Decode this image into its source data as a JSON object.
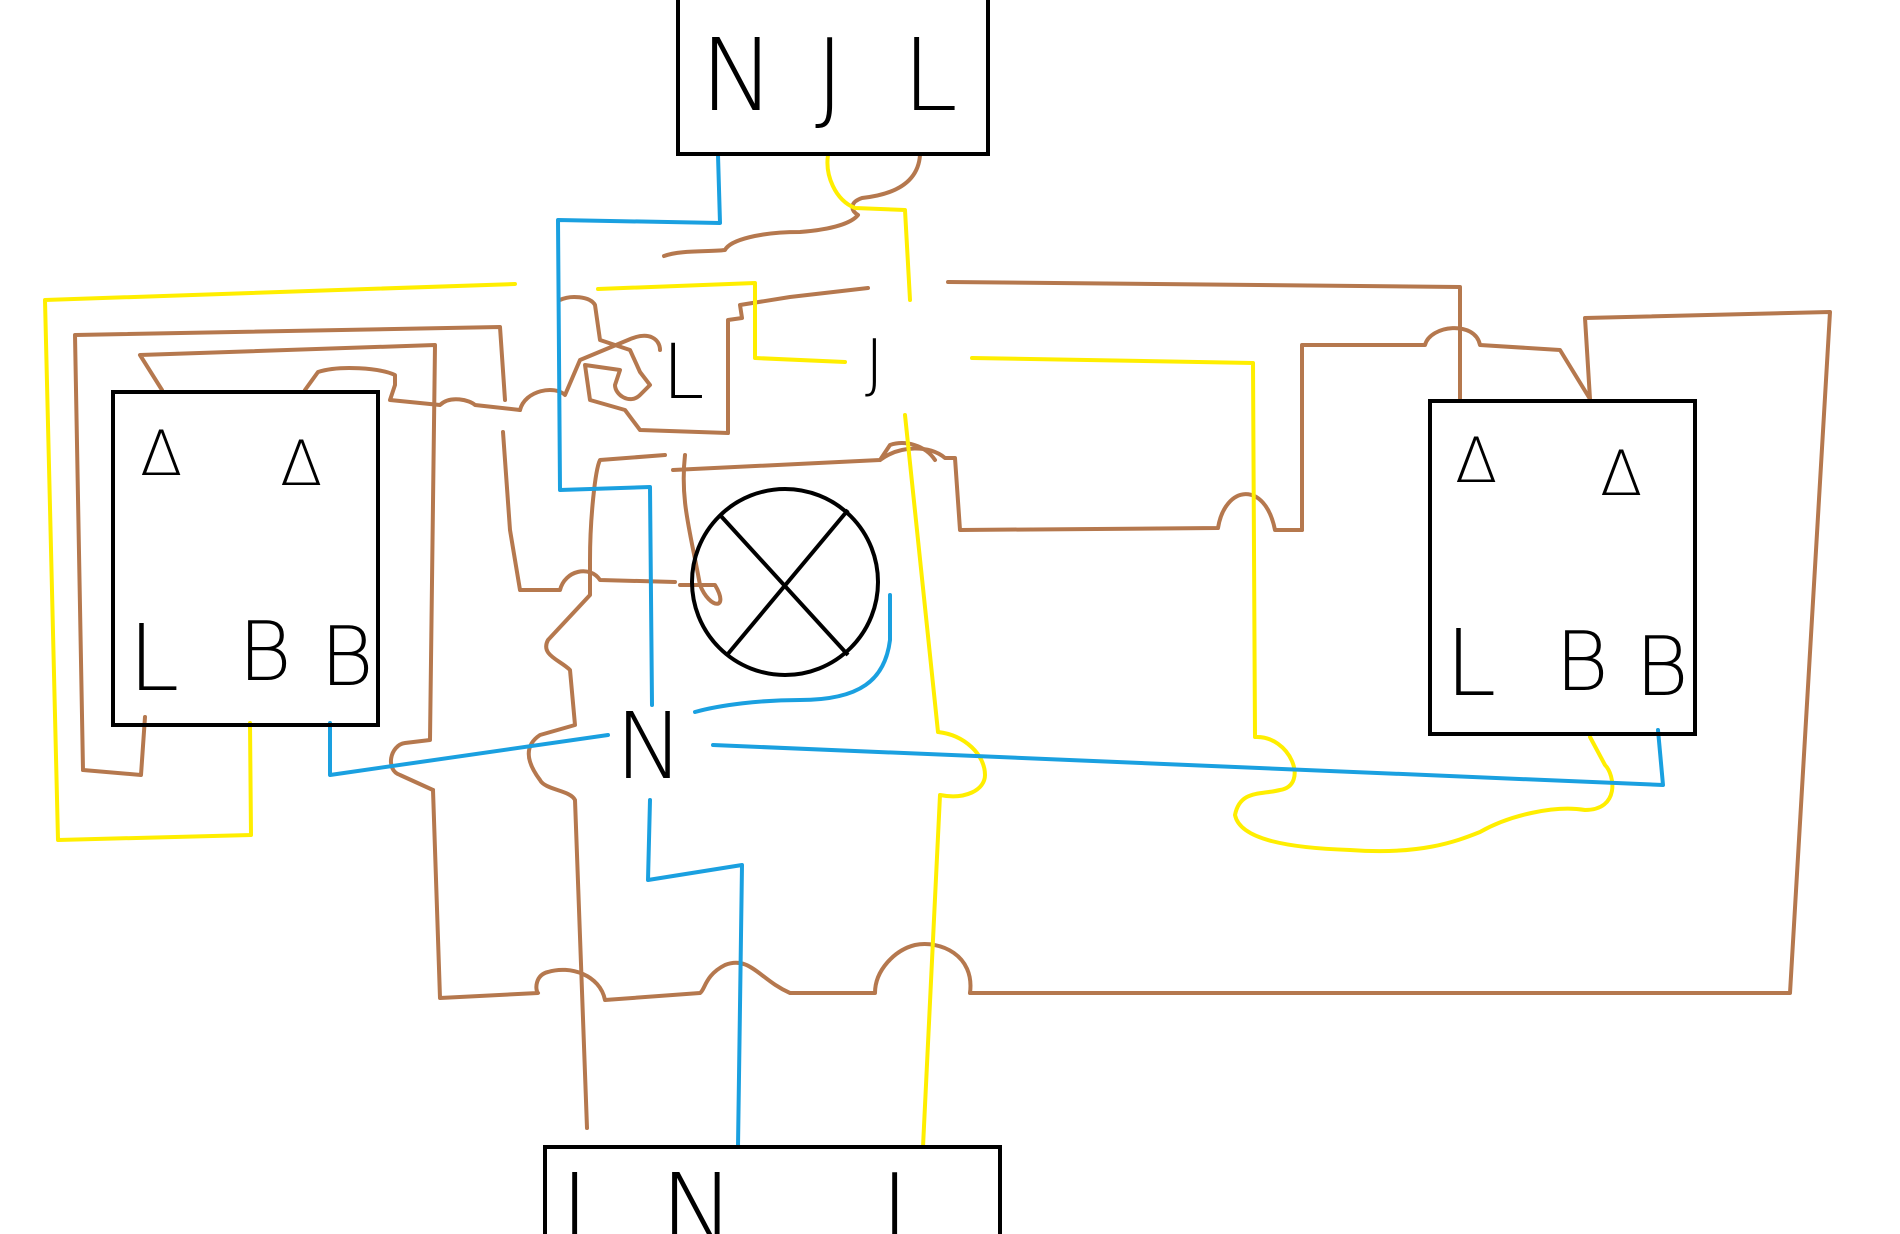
{
  "colors": {
    "background": "#ffffff",
    "outline": "#000000",
    "brown_live": "#b5784e",
    "blue_neutral": "#1aa0e0",
    "yellow_earth": "#ffee00"
  },
  "terminal_blocks": {
    "top": {
      "labels": [
        "N",
        "J",
        "L"
      ]
    },
    "bottom": {
      "labels": [
        "L",
        "N",
        "J"
      ]
    }
  },
  "switches": {
    "left": {
      "top_symbols": [
        "Δ",
        "Δ"
      ],
      "terminal_labels": [
        "L",
        "B",
        "B"
      ]
    },
    "right": {
      "top_symbols": [
        "Δ",
        "Δ"
      ],
      "terminal_labels": [
        "L",
        "B",
        "B"
      ]
    }
  },
  "junction_labels": {
    "live": "L",
    "earth": "J",
    "neutral": "N"
  },
  "lamp": {
    "icon": "lamp-cross-icon"
  }
}
